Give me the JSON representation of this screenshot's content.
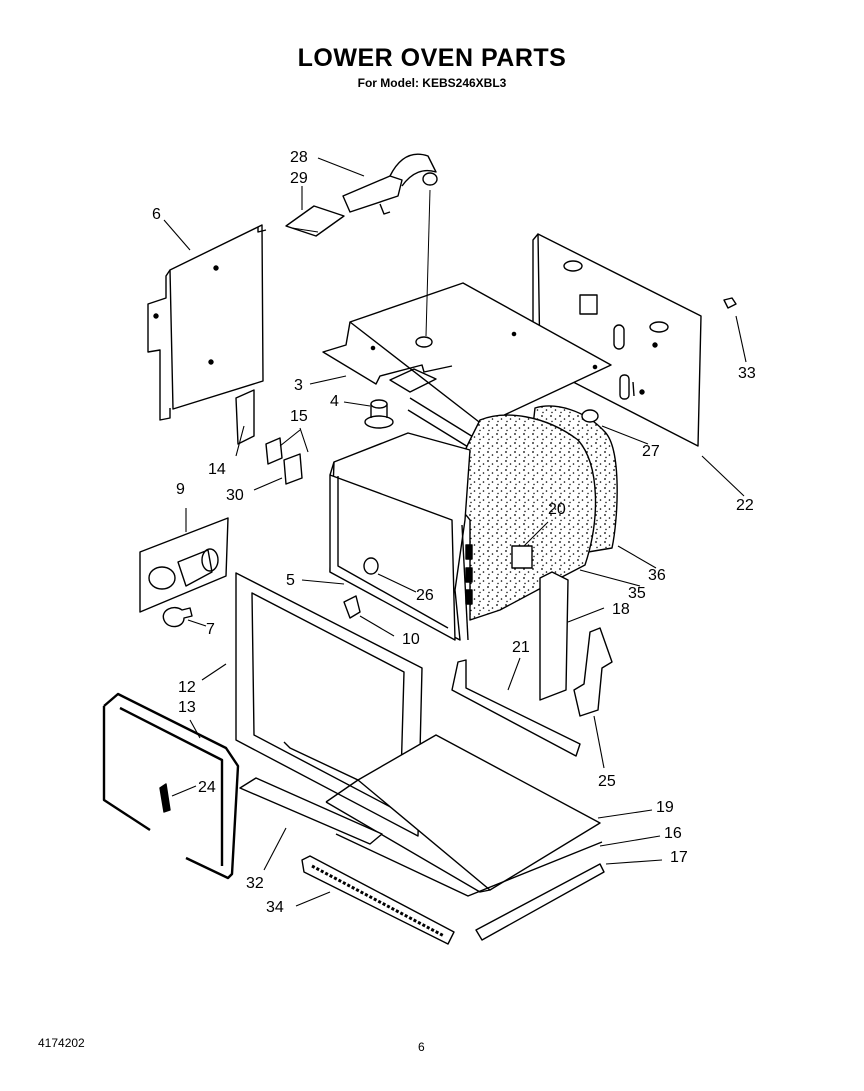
{
  "header": {
    "title": "LOWER OVEN PARTS",
    "subtitle": "For Model: KEBS246XBL3"
  },
  "parts": {
    "p1": "28",
    "p2": "29",
    "p3": "6",
    "p4": "33",
    "p5": "3",
    "p6": "4",
    "p7": "15",
    "p8": "14",
    "p9": "30",
    "p10": "27",
    "p11": "22",
    "p12": "9",
    "p13": "20",
    "p14": "5",
    "p15": "26",
    "p16": "36",
    "p17": "35",
    "p18": "18",
    "p19": "7",
    "p20": "10",
    "p21": "21",
    "p22": "12",
    "p23": "13",
    "p24": "24",
    "p25": "25",
    "p26": "19",
    "p27": "16",
    "p28": "17",
    "p29": "32",
    "p30": "34"
  },
  "footer": {
    "doc_number": "4174202",
    "page_number": "6"
  }
}
